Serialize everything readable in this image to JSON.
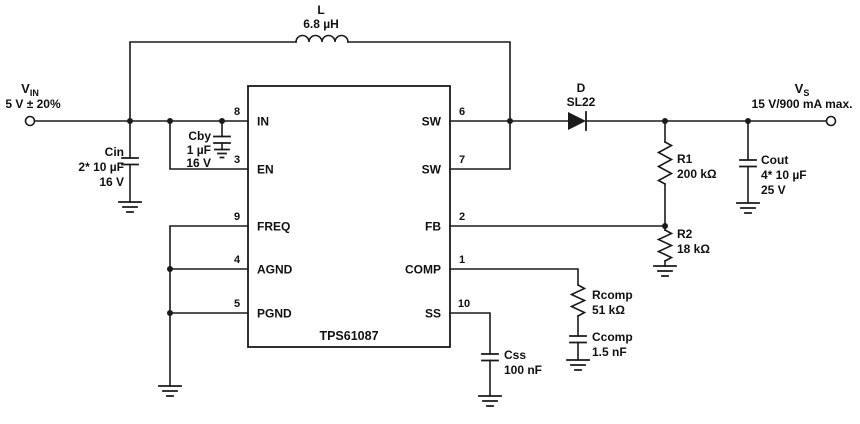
{
  "terminals": {
    "vin": {
      "name": "V",
      "sub": "IN",
      "spec": "5 V ± 20%"
    },
    "vout": {
      "name": "V",
      "sub": "S",
      "spec": "15 V/900 mA max."
    }
  },
  "ic": {
    "part": "TPS61087",
    "pins_left": [
      {
        "num": "8",
        "name": "IN"
      },
      {
        "num": "3",
        "name": "EN"
      },
      {
        "num": "9",
        "name": "FREQ"
      },
      {
        "num": "4",
        "name": "AGND"
      },
      {
        "num": "5",
        "name": "PGND"
      }
    ],
    "pins_right": [
      {
        "num": "6",
        "name": "SW"
      },
      {
        "num": "7",
        "name": "SW"
      },
      {
        "num": "2",
        "name": "FB"
      },
      {
        "num": "1",
        "name": "COMP"
      },
      {
        "num": "10",
        "name": "SS"
      }
    ]
  },
  "components": {
    "inductor": {
      "ref": "L",
      "value": "6.8 µH"
    },
    "diode": {
      "ref": "D",
      "value": "SL22"
    },
    "cin": {
      "ref": "Cin",
      "value": "2* 10 µF",
      "rating": "16 V"
    },
    "cby": {
      "ref": "Cby",
      "value": "1 µF",
      "rating": "16 V"
    },
    "cout": {
      "ref": "Cout",
      "value": "4* 10 µF",
      "rating": "25 V"
    },
    "r1": {
      "ref": "R1",
      "value": "200 kΩ"
    },
    "r2": {
      "ref": "R2",
      "value": "18 kΩ"
    },
    "rcomp": {
      "ref": "Rcomp",
      "value": "51 kΩ"
    },
    "ccomp": {
      "ref": "Ccomp",
      "value": "1.5 nF"
    },
    "css": {
      "ref": "Css",
      "value": "100 nF"
    }
  }
}
